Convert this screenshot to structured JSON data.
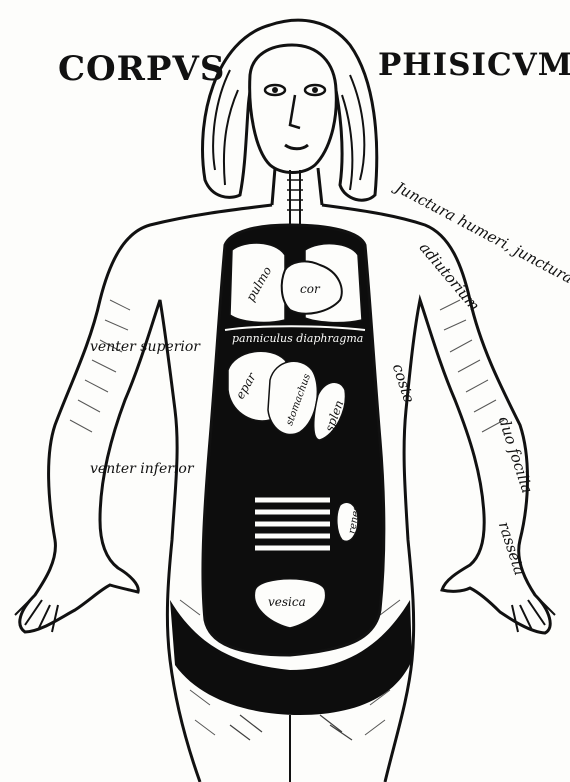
{
  "title": {
    "left": "CORPVS",
    "right": "PHISICVM"
  },
  "annotations": {
    "juncture_humeri": "Junctura humeri, junctura cubiti",
    "adiutorium": "adiutorium",
    "coste": "coste",
    "duo_focilia": "duo focilia",
    "rasseta": "rasseta",
    "venter_superior": "venter superior",
    "venter_inferior": "venter inferior",
    "diaphragma": "panniculus diaphragma"
  },
  "organs": {
    "pulmo": "pulmo",
    "cor": "cor",
    "epar": "epar",
    "stomachus": "stomachus",
    "splen": "splen",
    "renes": "renes",
    "vesica": "vesica"
  },
  "colors": {
    "ink": "#0d0d0d",
    "paper": "#fdfdfb"
  }
}
